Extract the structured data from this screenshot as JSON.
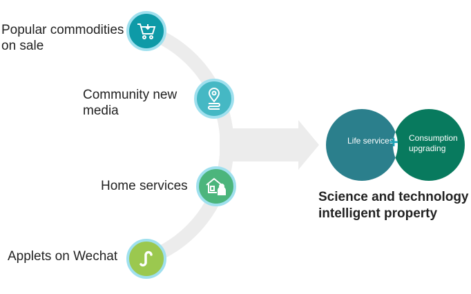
{
  "items": [
    {
      "label": "Popular commodities on sale",
      "icon": "cart-icon",
      "color": "#0e9aa7"
    },
    {
      "label": "Community new media",
      "icon": "location-pin-icon",
      "color": "#45b8c4"
    },
    {
      "label": "Home services",
      "icon": "home-service-icon",
      "color": "#4cb57c"
    },
    {
      "label": "Applets on Wechat",
      "icon": "mini-program-icon",
      "color": "#9bc84f"
    }
  ],
  "venn": {
    "left": "Life services",
    "right": "Consumption upgrading",
    "left_color": "#2b7f8c",
    "right_color": "#087a5e",
    "plus": "+"
  },
  "title": "Science and technology intelligent property"
}
